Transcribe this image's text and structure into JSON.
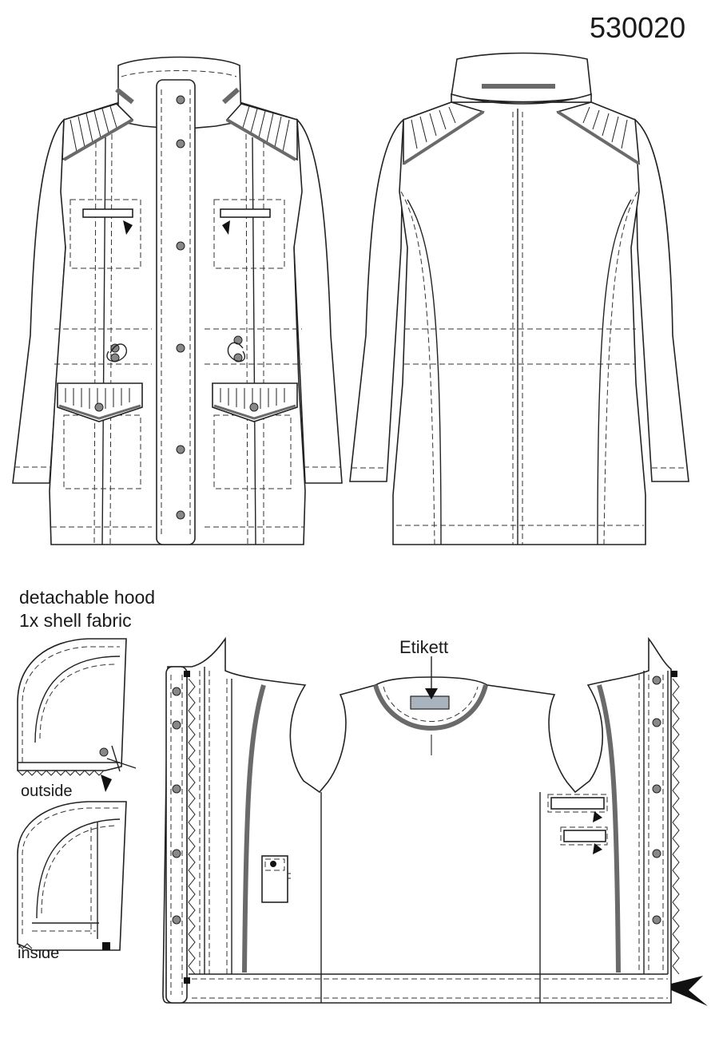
{
  "article_number": "530020",
  "hood_note": {
    "line1": "detachable hood",
    "line2": "1x shell fabric"
  },
  "hood_views": {
    "outside_label": "outside",
    "inside_label": "inside"
  },
  "lining_view": {
    "label_callout": "Etikett"
  },
  "colors": {
    "outline": "#222222",
    "accent_gray": "#6a6a6a",
    "button_fill": "#888888",
    "label_fill": "#a9b3bd"
  }
}
